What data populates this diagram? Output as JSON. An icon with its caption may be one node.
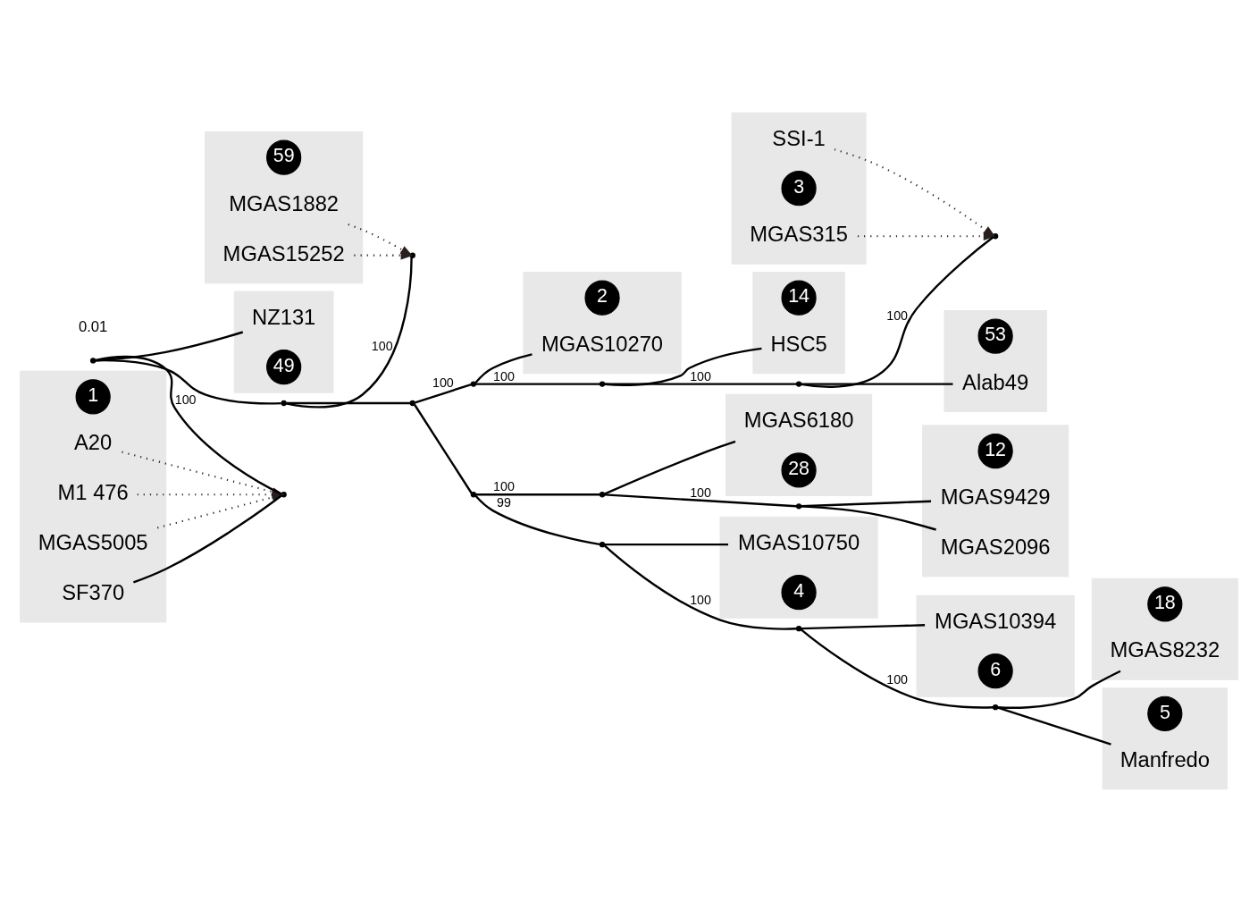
{
  "diagram": {
    "nodes": [
      {
        "text": [],
        "shape": "box"
      },
      {
        "text": [
          "59"
        ],
        "in": 0
      },
      {
        "text": [
          "MGAS1882"
        ],
        "in": 0
      },
      {
        "text": [
          "MGAS15252"
        ],
        "in": 0
      },
      {
        "text": [],
        "shape": "box"
      },
      {
        "text": [
          "2"
        ],
        "in": 4
      },
      {
        "text": [
          "MGAS10270"
        ],
        "in": 4
      },
      {
        "text": [],
        "shape": "box"
      },
      {
        "text": [
          "14"
        ],
        "in": 7
      },
      {
        "text": [
          "HSC5"
        ],
        "in": 7
      },
      {
        "text": [],
        "shape": "box"
      },
      {
        "text": [
          "53"
        ],
        "in": 10
      },
      {
        "text": [
          "Alab49"
        ],
        "in": 10
      },
      {
        "text": [],
        "shape": "box"
      },
      {
        "text": [
          "NZ131"
        ],
        "in": 13
      },
      {
        "text": [
          "49"
        ],
        "in": 13
      },
      {
        "text": [],
        "shape": "box"
      },
      {
        "text": [
          "SSI-1"
        ],
        "in": 16
      },
      {
        "text": [
          "3"
        ],
        "in": 16
      },
      {
        "text": [
          "MGAS315"
        ],
        "in": 16
      },
      {
        "text": [],
        "shape": "box"
      },
      {
        "text": [
          "1"
        ],
        "in": 20
      },
      {
        "text": [
          "A20"
        ],
        "in": 20
      },
      {
        "text": [
          "SF370"
        ],
        "in": 20
      },
      {
        "text": [
          "M1 476"
        ],
        "in": 20
      },
      {
        "text": [
          "MGAS5005"
        ],
        "in": 20
      },
      {
        "text": [],
        "shape": "box"
      },
      {
        "text": [
          "18"
        ],
        "in": 26
      },
      {
        "text": [
          "MGAS8232"
        ],
        "in": 26
      },
      {
        "text": [],
        "shape": "box"
      },
      {
        "text": [
          "5"
        ],
        "in": 29
      },
      {
        "text": [
          "Manfredo"
        ],
        "in": 29
      },
      {
        "text": [],
        "shape": "box"
      },
      {
        "text": [
          "MGAS6180"
        ],
        "in": 32
      },
      {
        "text": [
          "28"
        ],
        "in": 32
      },
      {
        "text": [],
        "shape": "box"
      },
      {
        "text": [
          "MGAS10394"
        ],
        "in": 35
      },
      {
        "text": [
          "6"
        ],
        "in": 35
      },
      {
        "text": [],
        "shape": "box"
      },
      {
        "text": [
          "12"
        ],
        "in": 38
      },
      {
        "text": [
          "MGAS9429"
        ],
        "in": 38
      },
      {
        "text": [
          "MGAS2096"
        ],
        "in": 38
      },
      {
        "text": [],
        "shape": "box"
      },
      {
        "text": [
          "MGAS10750"
        ],
        "in": 42
      },
      {
        "text": [
          "4"
        ],
        "in": 42
      },
      {
        "text": [],
        "shape": "point"
      },
      {
        "text": [],
        "shape": "point"
      },
      {
        "text": [],
        "shape": "point"
      },
      {
        "text": [],
        "shape": "point"
      },
      {
        "text": [],
        "shape": "point"
      },
      {
        "text": [],
        "shape": "point"
      },
      {
        "text": [],
        "shape": "point"
      },
      {
        "text": [],
        "shape": "point"
      },
      {
        "text": [],
        "shape": "point"
      },
      {
        "text": [],
        "shape": "point"
      },
      {
        "text": [],
        "shape": "point"
      },
      {
        "text": [],
        "shape": "point"
      },
      {
        "text": [],
        "shape": "point"
      },
      {
        "text": [],
        "shape": "point"
      },
      {
        "text": [],
        "shape": "point"
      }
    ],
    "edges": [
      {
        "from": 45,
        "to": 14,
        "arrow": "none"
      },
      {
        "from": 45,
        "to": 57,
        "arrow": "none",
        "label": "100"
      },
      {
        "from": 57,
        "to": 23,
        "arrow": "none"
      },
      {
        "from": 22,
        "to": 57,
        "arrow": "to",
        "style": "dashed"
      },
      {
        "from": 24,
        "to": 57,
        "arrow": "to",
        "style": "dashed"
      },
      {
        "from": 25,
        "to": 57,
        "arrow": "to",
        "style": "dashed"
      },
      {
        "from": 45,
        "to": 46,
        "arrow": "none"
      },
      {
        "from": 46,
        "to": 58,
        "arrow": "none",
        "label": "100"
      },
      {
        "from": 2,
        "to": 58,
        "arrow": "to",
        "style": "dashed"
      },
      {
        "from": 3,
        "to": 58,
        "arrow": "to",
        "style": "dashed"
      },
      {
        "from": 46,
        "to": 47,
        "arrow": "none"
      },
      {
        "from": 47,
        "to": 48,
        "arrow": "none",
        "label": "100"
      },
      {
        "from": 48,
        "to": 6,
        "arrow": "none"
      },
      {
        "from": 48,
        "to": 50,
        "arrow": "none",
        "label": "100"
      },
      {
        "from": 50,
        "to": 9,
        "arrow": "none"
      },
      {
        "from": 50,
        "to": 51,
        "arrow": "none",
        "label": "100"
      },
      {
        "from": 51,
        "to": 12,
        "arrow": "none"
      },
      {
        "from": 51,
        "to": 59,
        "arrow": "none",
        "label": "100"
      },
      {
        "from": 17,
        "to": 59,
        "arrow": "to",
        "style": "dashed"
      },
      {
        "from": 19,
        "to": 59,
        "arrow": "to",
        "style": "dashed"
      },
      {
        "from": 47,
        "to": 49,
        "arrow": "none"
      },
      {
        "from": 49,
        "to": 52,
        "arrow": "none",
        "label": "100"
      },
      {
        "from": 52,
        "to": 33,
        "arrow": "none"
      },
      {
        "from": 52,
        "to": 54,
        "arrow": "none",
        "label": "100"
      },
      {
        "from": 54,
        "to": 40,
        "arrow": "none"
      },
      {
        "from": 54,
        "to": 41,
        "arrow": "none"
      },
      {
        "from": 49,
        "to": 53,
        "arrow": "none",
        "label": "99"
      },
      {
        "from": 53,
        "to": 43,
        "arrow": "none"
      },
      {
        "from": 53,
        "to": 55,
        "arrow": "none",
        "label": "100"
      },
      {
        "from": 55,
        "to": 36,
        "arrow": "none"
      },
      {
        "from": 55,
        "to": 56,
        "arrow": "none",
        "label": "100"
      },
      {
        "from": 56,
        "to": 28,
        "arrow": "none"
      },
      {
        "from": 56,
        "to": 31,
        "arrow": "none"
      }
    ],
    "labels": [
      "0.01"
    ]
  }
}
